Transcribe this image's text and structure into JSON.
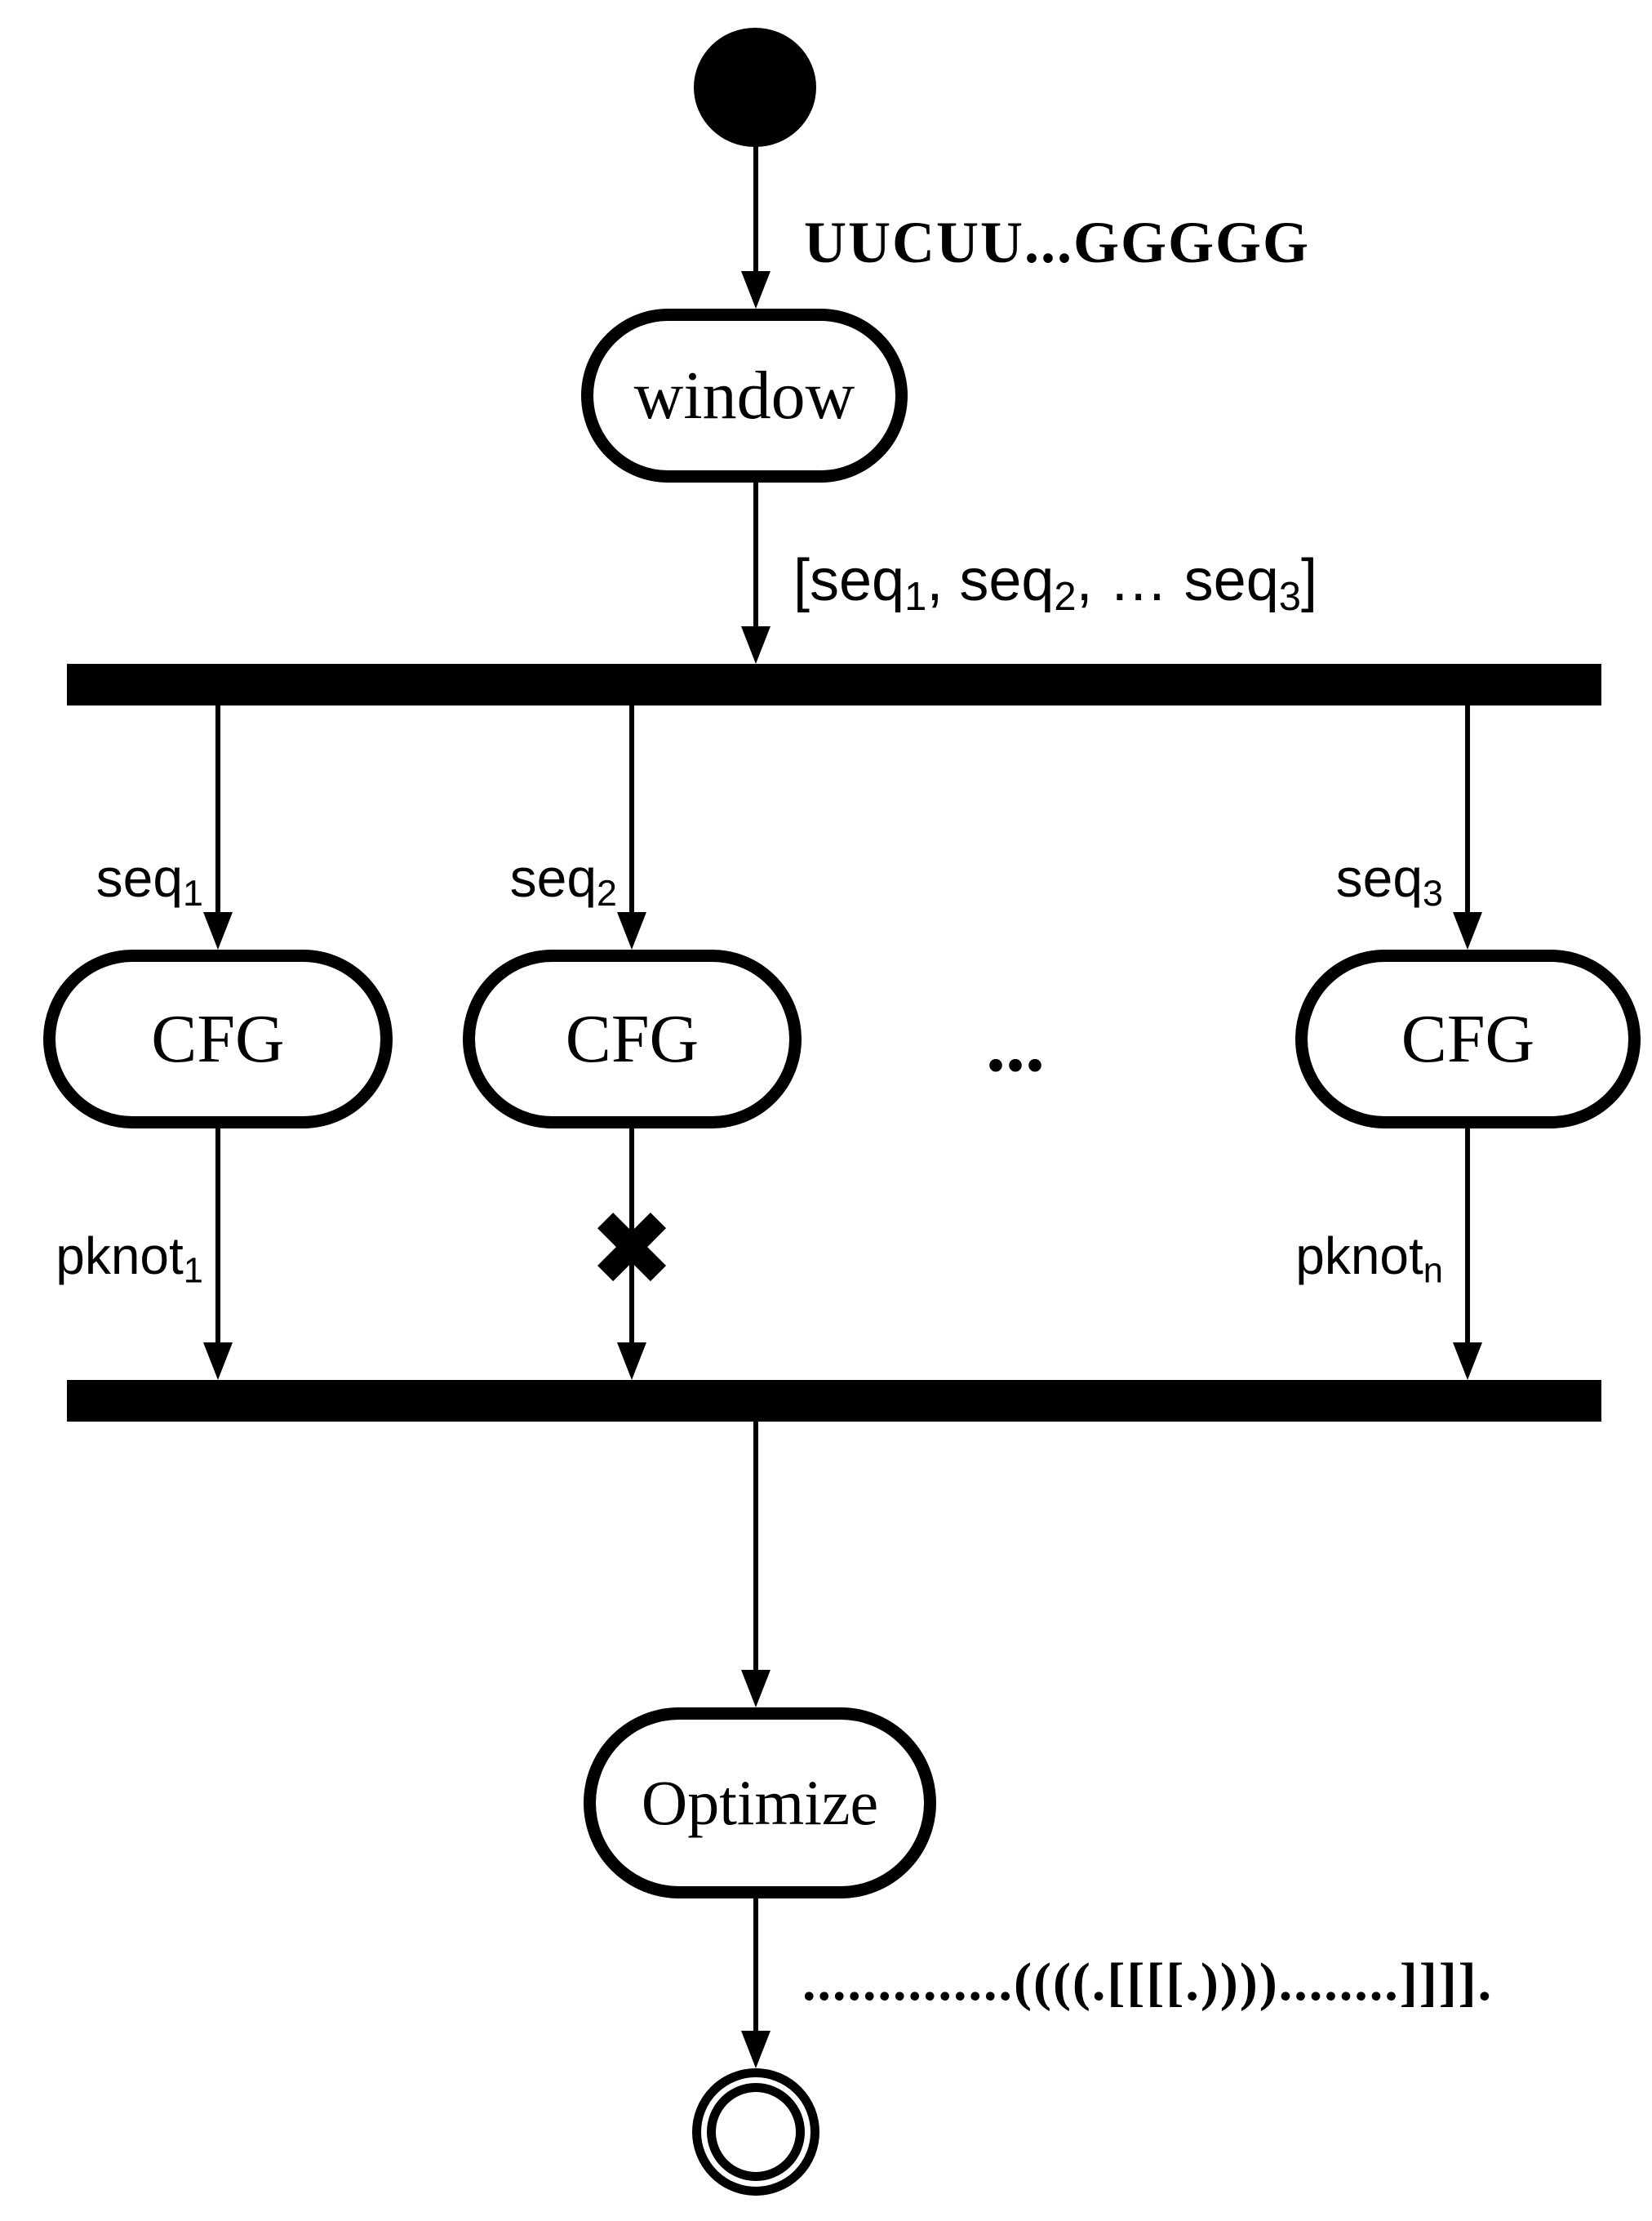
{
  "colors": {
    "ink": "#000000",
    "paper": "#ffffff"
  },
  "nodes": {
    "window": "window",
    "cfg1": "CFG",
    "cfg2": "CFG",
    "cfg3": "CFG",
    "optimize": "Optimize"
  },
  "labels": {
    "input_sequence": "UUCUU...GGGGG",
    "window_output": {
      "p1": "[seq",
      "s1": "1",
      "p2": ", seq",
      "s2": "2",
      "p3": ", … seq",
      "s3": "3",
      "p4": "]"
    },
    "seq1": {
      "base": "seq",
      "sub": "1"
    },
    "seq2": {
      "base": "seq",
      "sub": "2"
    },
    "seq3": {
      "base": "seq",
      "sub": "3"
    },
    "pknot1": {
      "base": "pknot",
      "sub": "1"
    },
    "pknotn": {
      "base": "pknot",
      "sub": "n"
    },
    "branch_ellipsis": "...",
    "discard_mark": "✖",
    "output_structure": "..............((((.[[[[.))))........]]]]."
  }
}
